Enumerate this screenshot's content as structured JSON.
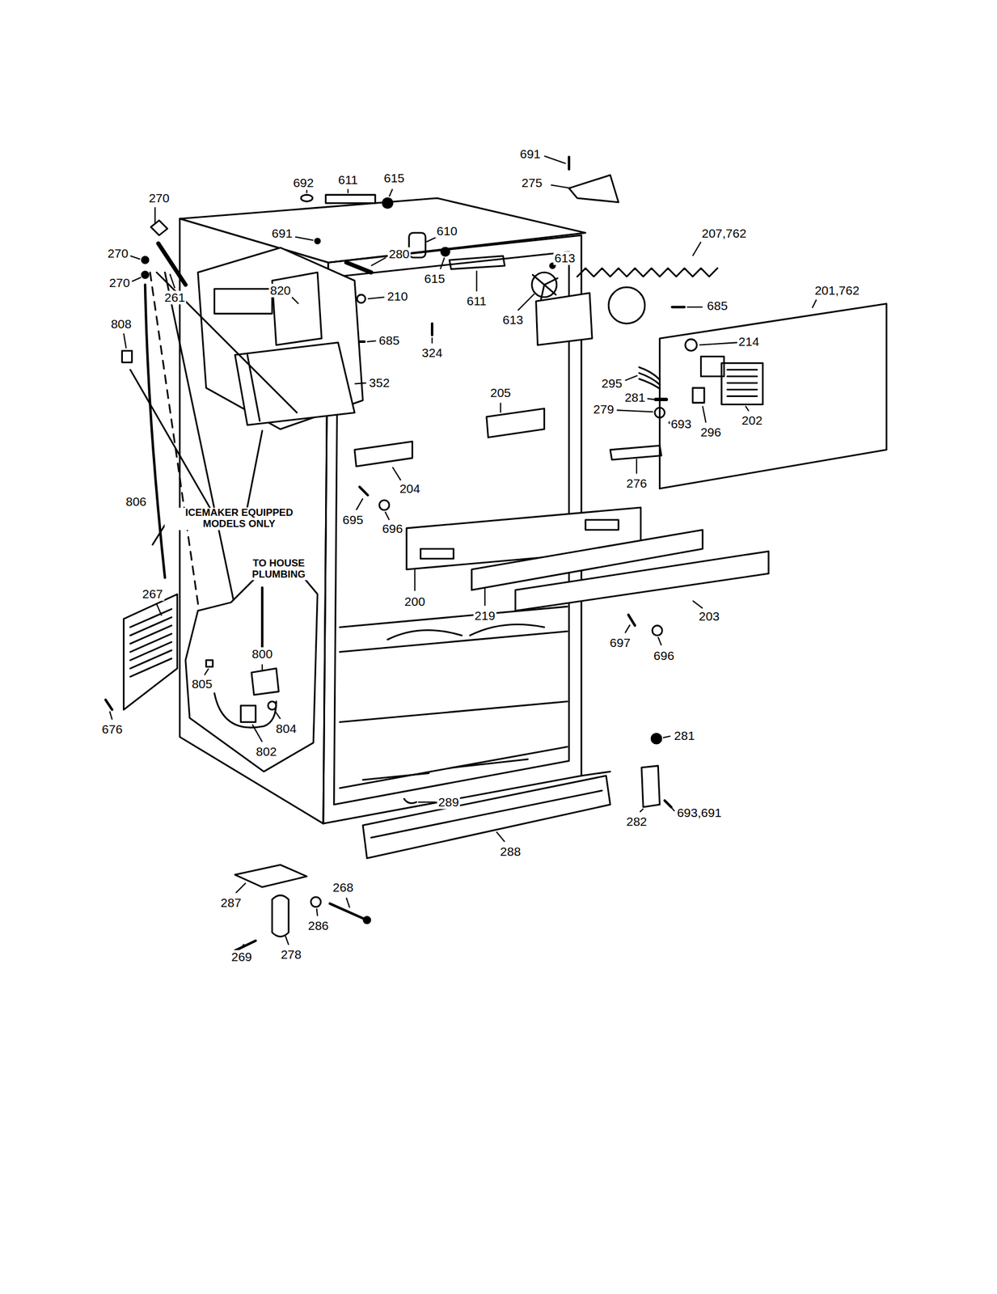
{
  "diagram": {
    "labels": [
      "691",
      "275",
      "692",
      "611",
      "615",
      "270",
      "691",
      "610",
      "207,762",
      "270",
      "280",
      "615",
      "613",
      "270",
      "261",
      "820",
      "210",
      "611",
      "613",
      "685",
      "201,762",
      "808",
      "685",
      "214",
      "324",
      "352",
      "295",
      "205",
      "281",
      "279",
      "202",
      "693",
      "296",
      "276",
      "204",
      "806",
      "ICEMAKER EQUIPPED MODELS ONLY",
      "695",
      "696",
      "TO HOUSE PLUMBING",
      "267",
      "200",
      "219",
      "203",
      "697",
      "800",
      "696",
      "805",
      "804",
      "676",
      "281",
      "802",
      "289",
      "693,691",
      "282",
      "288",
      "268",
      "287",
      "286",
      "278",
      "269"
    ]
  }
}
